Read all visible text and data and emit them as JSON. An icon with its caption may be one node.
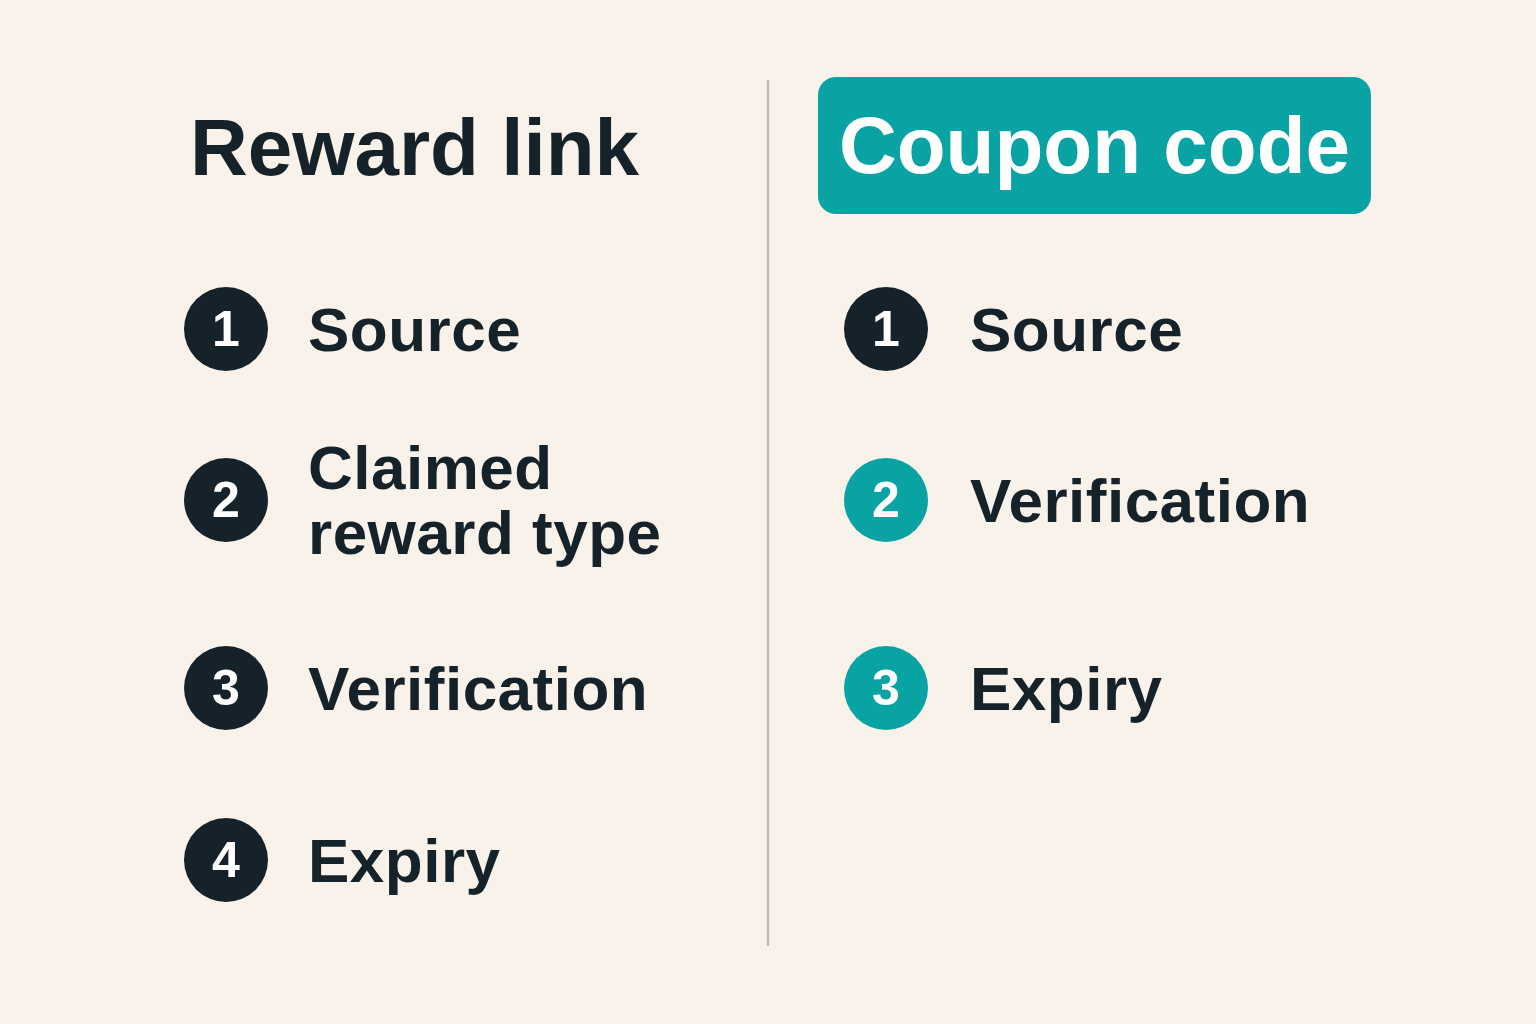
{
  "diagram": {
    "nodes": [
      {
        "text": [
          "1"
        ],
        "beside": [
          "Source"
        ]
      },
      {
        "text": [
          "2"
        ],
        "beside": [
          "Claimed reward type"
        ]
      },
      {
        "text": [
          "3"
        ],
        "beside": [
          "Verification"
        ]
      },
      {
        "text": [
          "4"
        ],
        "beside": [
          "Expiry"
        ]
      },
      {
        "text": [
          "Coupon code"
        ]
      },
      {
        "text": [
          "1"
        ],
        "beside": [
          "Source"
        ]
      },
      {
        "text": [
          "2"
        ],
        "beside": [
          "Verification"
        ]
      },
      {
        "text": [
          "3"
        ],
        "beside": [
          "Expiry"
        ]
      }
    ],
    "labels": [
      "Reward link"
    ]
  }
}
